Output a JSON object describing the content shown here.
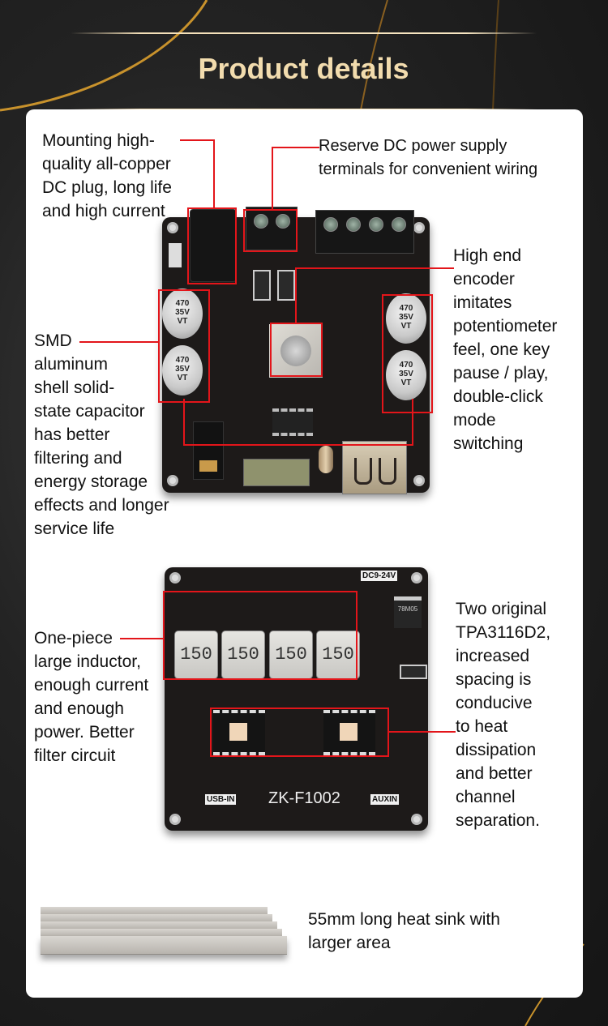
{
  "header": {
    "title": "Product details"
  },
  "callouts": {
    "dc_plug": "Mounting high-\nquality all-copper\nDC plug, long life\nand high current",
    "dc_terminals": "Reserve DC power supply\nterminals for convenient wiring",
    "encoder": "High end\nencoder\nimitates\npotentiometer\nfeel, one key\npause / play,\ndouble-click\nmode\nswitching",
    "capacitor": "SMD\naluminum\nshell solid-\nstate capacitor\nhas better\nfiltering and\nenergy storage\neffects and longer\nservice life",
    "inductor": "One-piece\nlarge inductor,\nenough current\nand enough\npower. Better\nfilter circuit",
    "chips": "Two original\nTPA3116D2,\nincreased\nspacing is\nconducive\nto heat\ndissipation\nand better\nchannel\nseparation.",
    "heatsink": "55mm long heat sink with\nlarger area"
  },
  "board_front": {
    "capacitor_label": "470\n35V\nVT"
  },
  "board_back": {
    "inductor_value": "150",
    "model": "ZK-F1002",
    "usb_label": "USB-IN",
    "aux_label": "AUXIN",
    "voltage_label": "DC9-24V",
    "regulator_label": "78M05"
  },
  "colors": {
    "accent": "#e3151a",
    "gold": "#c8922c",
    "title": "#f2dcae"
  }
}
